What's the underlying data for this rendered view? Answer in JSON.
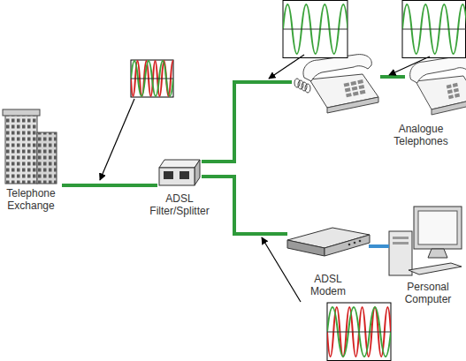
{
  "diagram": {
    "nodes": [
      {
        "text": [
          "Telephone Exchange"
        ]
      },
      {
        "text": [
          "ADSL Filter/Splitter"
        ]
      },
      {
        "text": [
          "Analogue Telephones"
        ]
      },
      {
        "text": [
          "ADSL Modem"
        ]
      },
      {
        "text": [
          "Personal Computer"
        ]
      }
    ],
    "edges": [
      {
        "from": 0,
        "to": 1,
        "arrow": "none"
      },
      {
        "from": 1,
        "to": 2,
        "arrow": "none"
      },
      {
        "from": 1,
        "to": 3,
        "arrow": "none"
      },
      {
        "from": 3,
        "to": 4,
        "arrow": "none"
      }
    ]
  }
}
